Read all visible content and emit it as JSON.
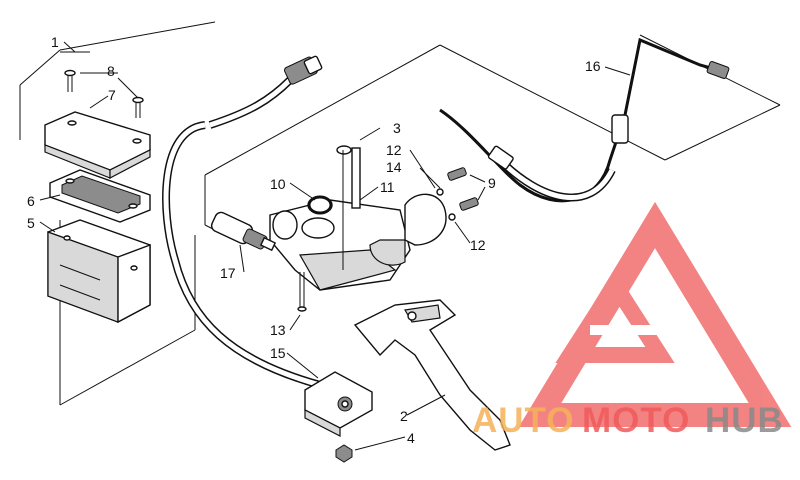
{
  "callouts": [
    {
      "id": "1",
      "label": "1"
    },
    {
      "id": "2",
      "label": "2"
    },
    {
      "id": "3",
      "label": "3"
    },
    {
      "id": "4",
      "label": "4"
    },
    {
      "id": "5",
      "label": "5"
    },
    {
      "id": "6",
      "label": "6"
    },
    {
      "id": "7",
      "label": "7"
    },
    {
      "id": "8",
      "label": "8"
    },
    {
      "id": "9",
      "label": "9"
    },
    {
      "id": "10",
      "label": "10"
    },
    {
      "id": "11",
      "label": "11"
    },
    {
      "id": "12a",
      "label": "12"
    },
    {
      "id": "12b",
      "label": "12"
    },
    {
      "id": "13",
      "label": "13"
    },
    {
      "id": "14",
      "label": "14"
    },
    {
      "id": "15",
      "label": "15"
    },
    {
      "id": "16",
      "label": "16"
    },
    {
      "id": "17",
      "label": "17"
    }
  ],
  "watermark": {
    "part1": "AUTO",
    "part2": "MOTO",
    "part3": "HUB",
    "color_red": "#f05a5a",
    "color_orange": "#f5b25a",
    "color_gray": "#8a8a8a"
  }
}
